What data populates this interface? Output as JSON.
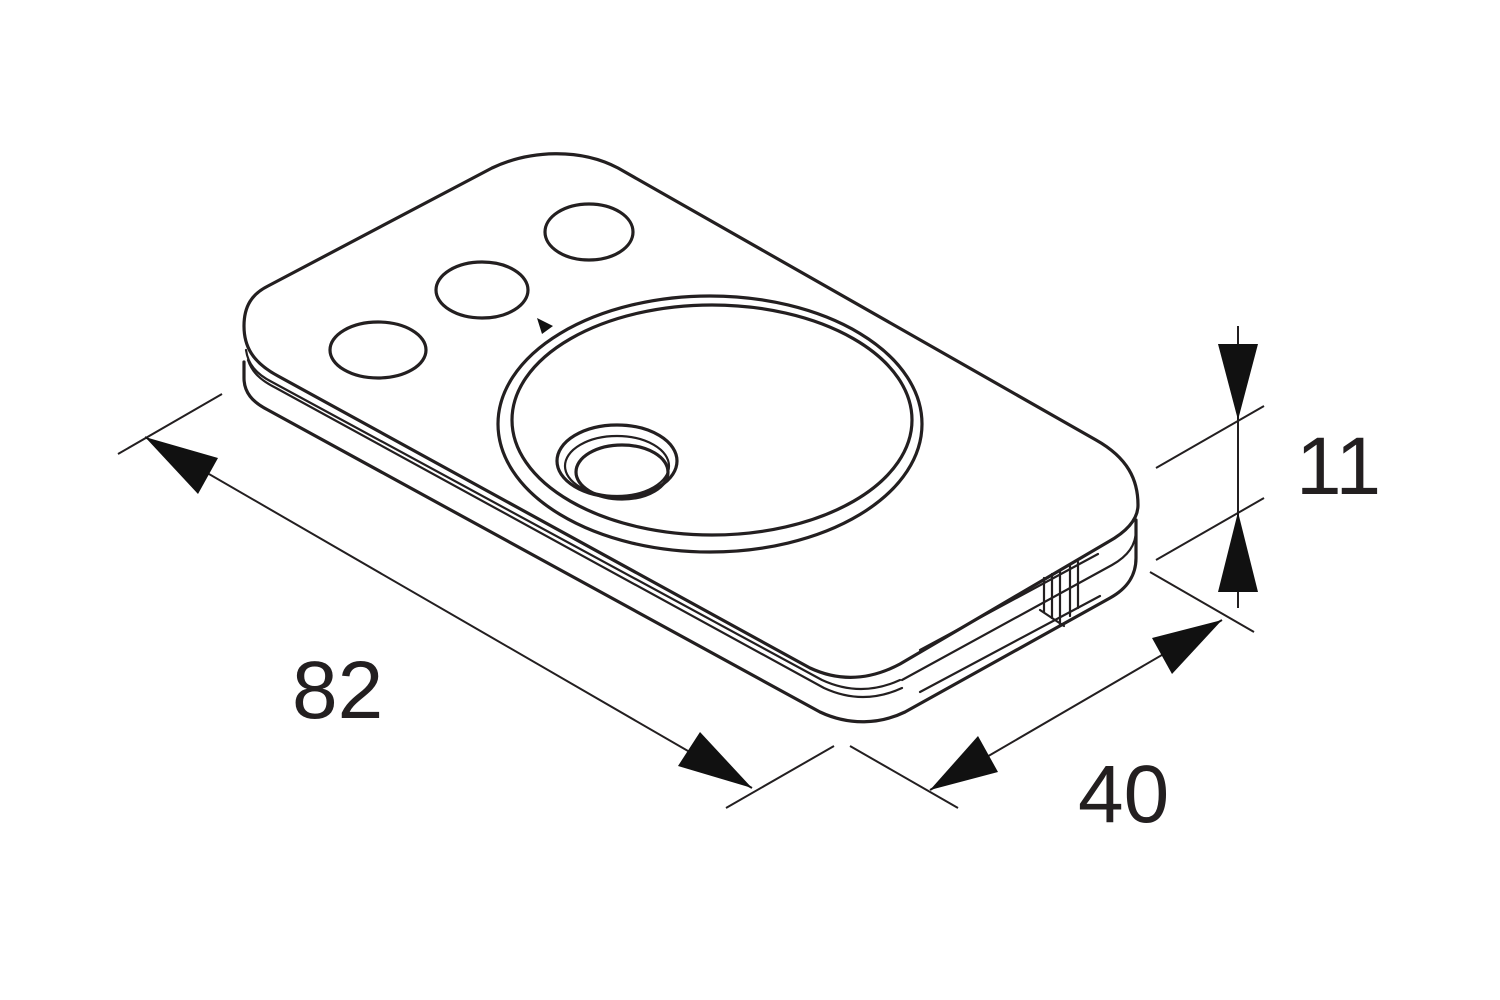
{
  "dimensions": {
    "length": "82",
    "width": "40",
    "height": "11"
  },
  "colors": {
    "line": "#231f20",
    "background": "#ffffff"
  }
}
